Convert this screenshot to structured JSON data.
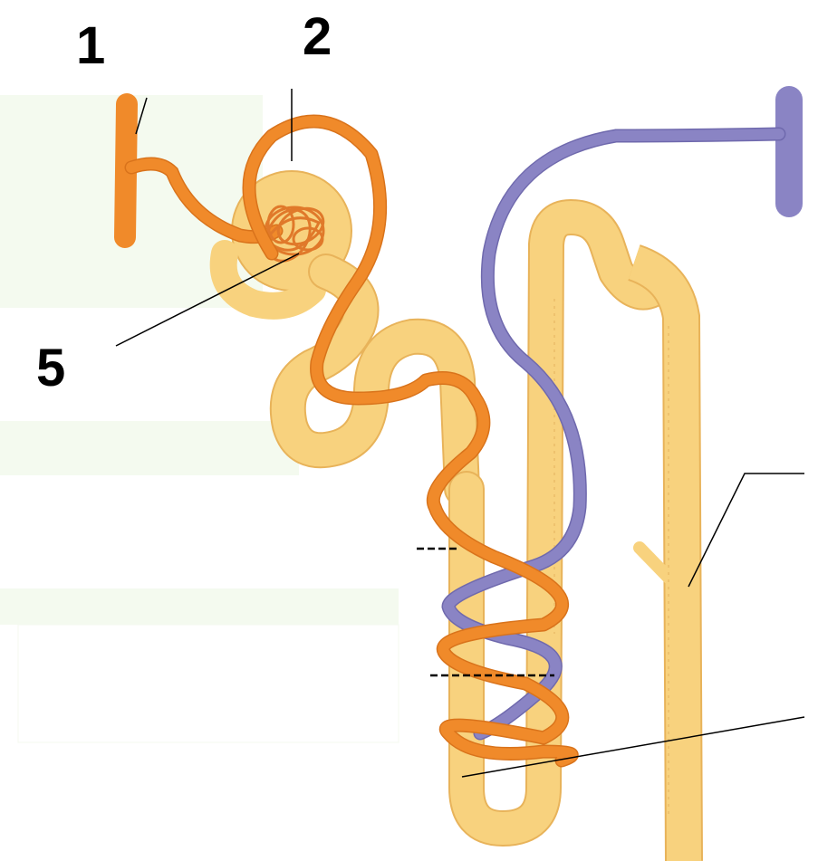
{
  "labels": {
    "l1": "1",
    "l2": "2",
    "l5": "5"
  },
  "colors": {
    "arteriole": "#f08a2a",
    "arteriole_dark": "#d9731b",
    "tubule": "#f8d27e",
    "tubule_edge": "#e8b35a",
    "vein": "#8a84c4",
    "vein_dark": "#6f69ad",
    "pointer": "#000000"
  }
}
